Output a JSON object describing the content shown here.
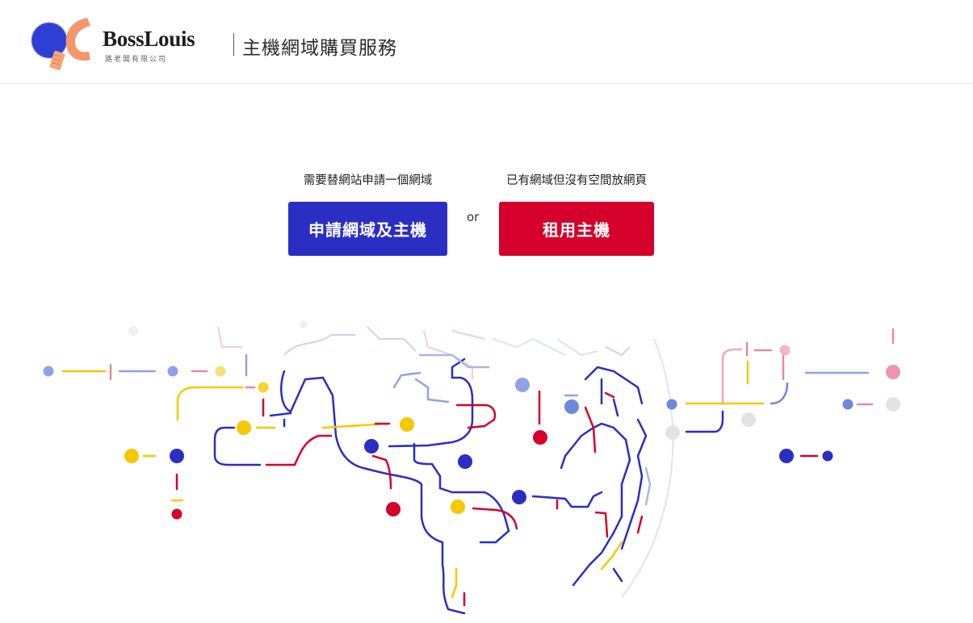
{
  "header": {
    "brand_name": "BossLouis",
    "brand_sub": "路老闆有限公司",
    "site_title": "主機網域購買服務",
    "logo_icon": "bosslouis-logo-icon"
  },
  "options": {
    "domain": {
      "caption": "需要替網站申請一個網域",
      "button_label": "申請網域及主機"
    },
    "separator": "or",
    "hosting": {
      "caption": "已有網域但沒有空間放網頁",
      "button_label": "租用主機"
    }
  },
  "colors": {
    "brand_blue": "#2a2ec3",
    "brand_red": "#d5002b",
    "accent_yellow": "#f5c800",
    "logo_orange": "#f4966a"
  },
  "illustration": {
    "icon": "world-map-metro-illustration"
  }
}
